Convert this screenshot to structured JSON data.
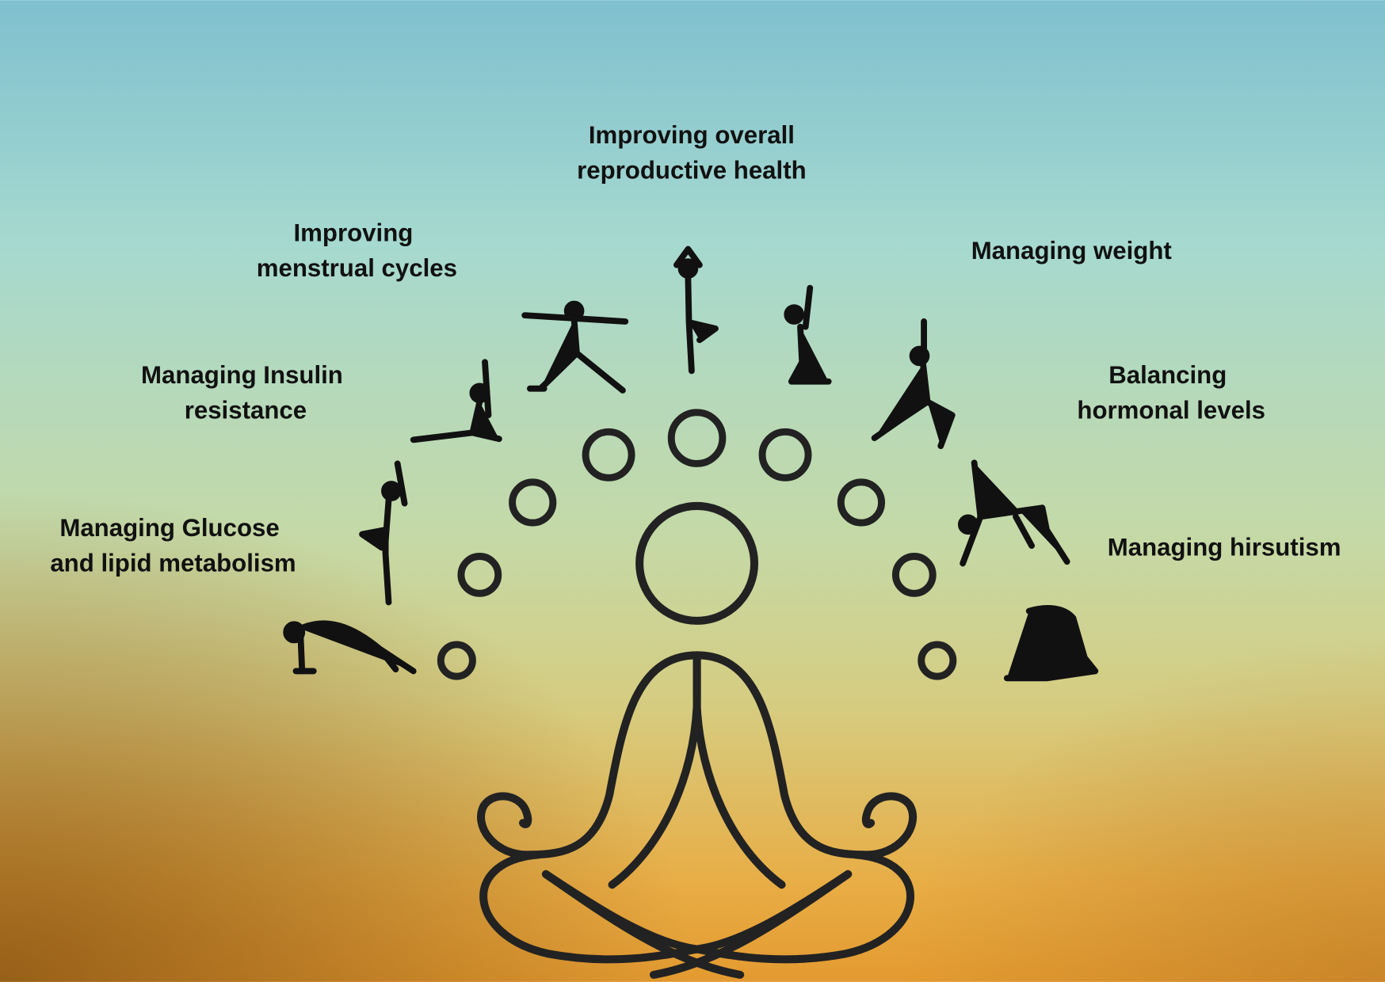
{
  "benefits": {
    "reproductive": [
      "Improving overall",
      "reproductive health"
    ],
    "menstrual": [
      "Improving",
      "menstrual cycles"
    ],
    "weight": [
      "Managing weight"
    ],
    "insulin": [
      "Managing Insulin",
      "resistance"
    ],
    "hormonal": [
      "Balancing",
      "hormonal levels"
    ],
    "glucose": [
      "Managing Glucose",
      "and lipid metabolism"
    ],
    "hirsutism": [
      "Managing hirsutism"
    ]
  },
  "colors": {
    "sky_top": "#7fc0cf",
    "sky_mid": "#a6d9cf",
    "horizon": "#cfd89c",
    "sunset": "#e8ad45",
    "bottom": "#d98e2c",
    "ink": "#222222"
  },
  "icons": [
    "meditating-figure-icon",
    "yoga-pose-silhouette-icon",
    "chakra-circle-icon"
  ]
}
